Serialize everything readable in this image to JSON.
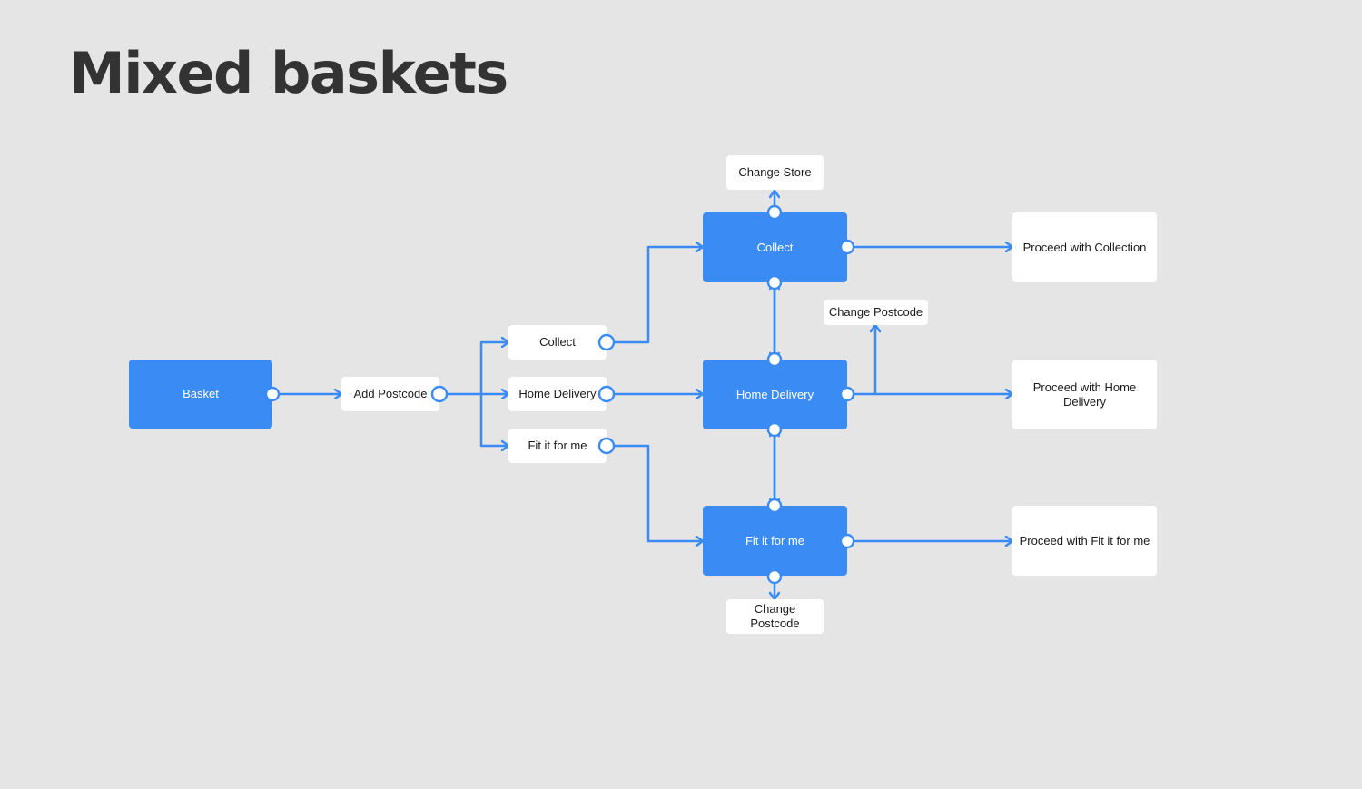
{
  "page": {
    "title": "Mixed baskets"
  },
  "colors": {
    "background": "#e5e5e5",
    "title": "#333333",
    "accent": "#3b8bf4",
    "card": "#ffffff"
  },
  "diagram": {
    "basket": "Basket",
    "add_postcode": "Add Postcode",
    "options": {
      "collect": "Collect",
      "home_delivery": "Home Delivery",
      "fit_it_for_me": "Fit it for me"
    },
    "flows": {
      "collect": "Collect",
      "home_delivery": "Home Delivery",
      "fit_it_for_me": "Fit it for me"
    },
    "change_store": "Change Store",
    "change_postcode_delivery": "Change Postcode",
    "change_postcode_fit": "Change Postcode",
    "proceed_collection": "Proceed with Collection",
    "proceed_home_delivery": "Proceed with Home Delivery",
    "proceed_fit": "Proceed with Fit it for me"
  }
}
